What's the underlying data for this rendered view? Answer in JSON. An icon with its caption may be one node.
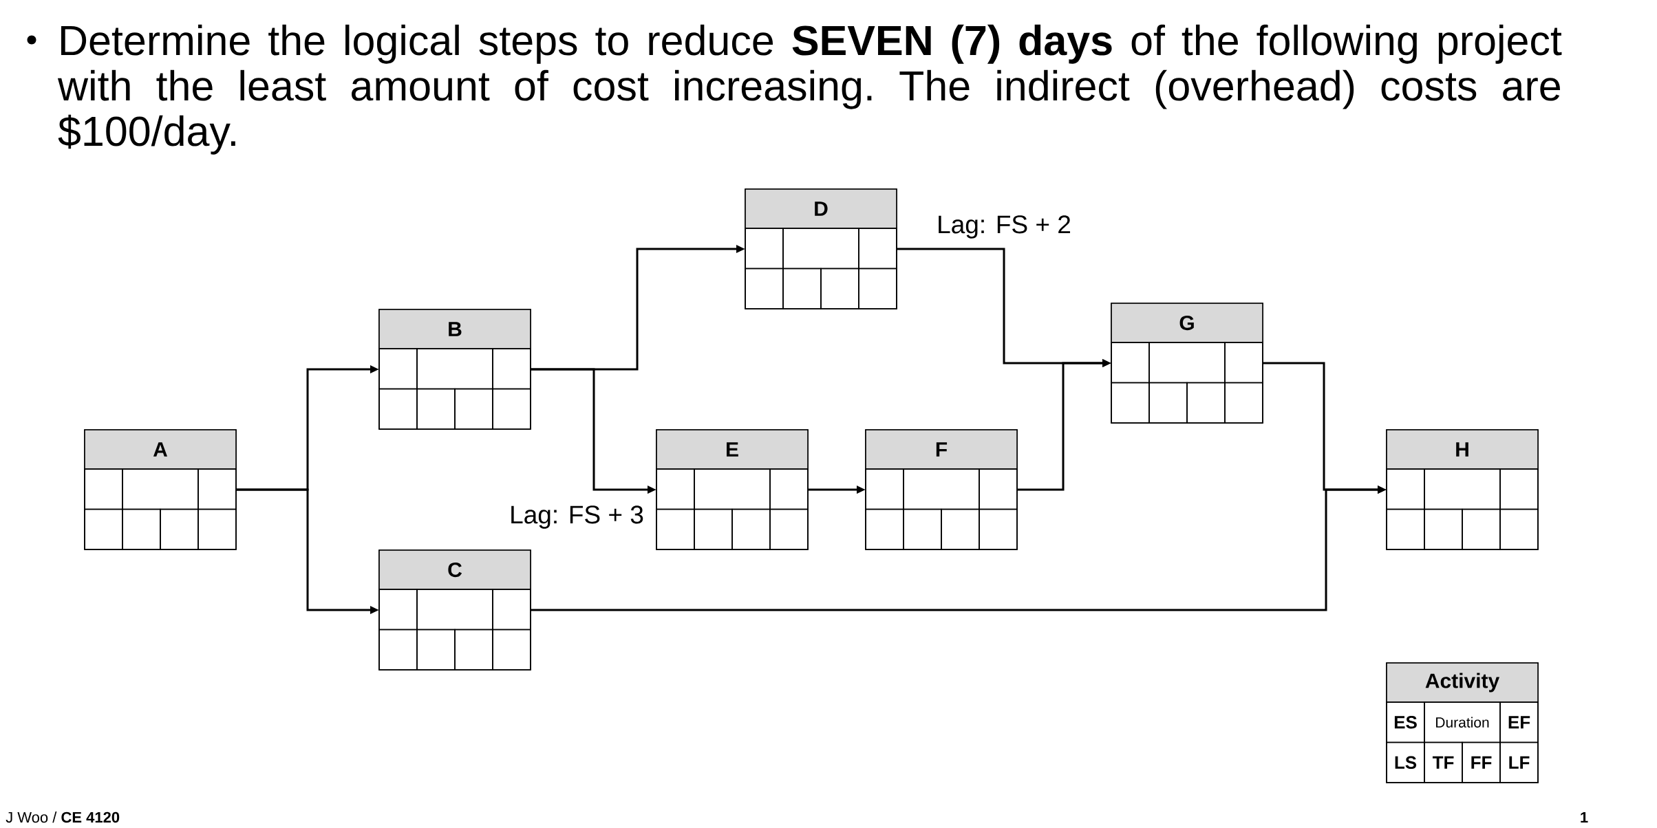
{
  "diagram": {
    "title": "Determine the logical steps to reduce **SEVEN (7) days** of the following project with the least amount of cost increasing. The indirect (overhead) costs are $100/day.",
    "nodes": [
      {
        "text": [
          "A"
        ]
      },
      {
        "text": [
          "B"
        ]
      },
      {
        "text": [
          "C"
        ]
      },
      {
        "text": [
          "D"
        ]
      },
      {
        "text": [
          "E"
        ]
      },
      {
        "text": [
          "F"
        ]
      },
      {
        "text": [
          "G"
        ]
      },
      {
        "text": [
          "H"
        ]
      },
      {
        "text": [
          "Activity",
          "ES",
          "Duration",
          "EF",
          "LS",
          "TF",
          "FF",
          "LF"
        ]
      }
    ],
    "edges": [
      {
        "from": 0,
        "to": 1,
        "arrow": "to"
      },
      {
        "from": 0,
        "to": 2,
        "arrow": "to"
      },
      {
        "from": 1,
        "to": 3,
        "arrow": "to"
      },
      {
        "from": 1,
        "to": 4,
        "arrow": "to",
        "label": "Lag: FS + 3"
      },
      {
        "from": 4,
        "to": 5,
        "arrow": "to"
      },
      {
        "from": 3,
        "to": 6,
        "arrow": "to",
        "label": "Lag: FS + 2"
      },
      {
        "from": 5,
        "to": 6,
        "arrow": "to"
      },
      {
        "from": 6,
        "to": 7,
        "arrow": "to"
      },
      {
        "from": 2,
        "to": 7,
        "arrow": "to"
      }
    ],
    "labels": [
      "J Woo / **CE 4120**",
      "1"
    ]
  }
}
